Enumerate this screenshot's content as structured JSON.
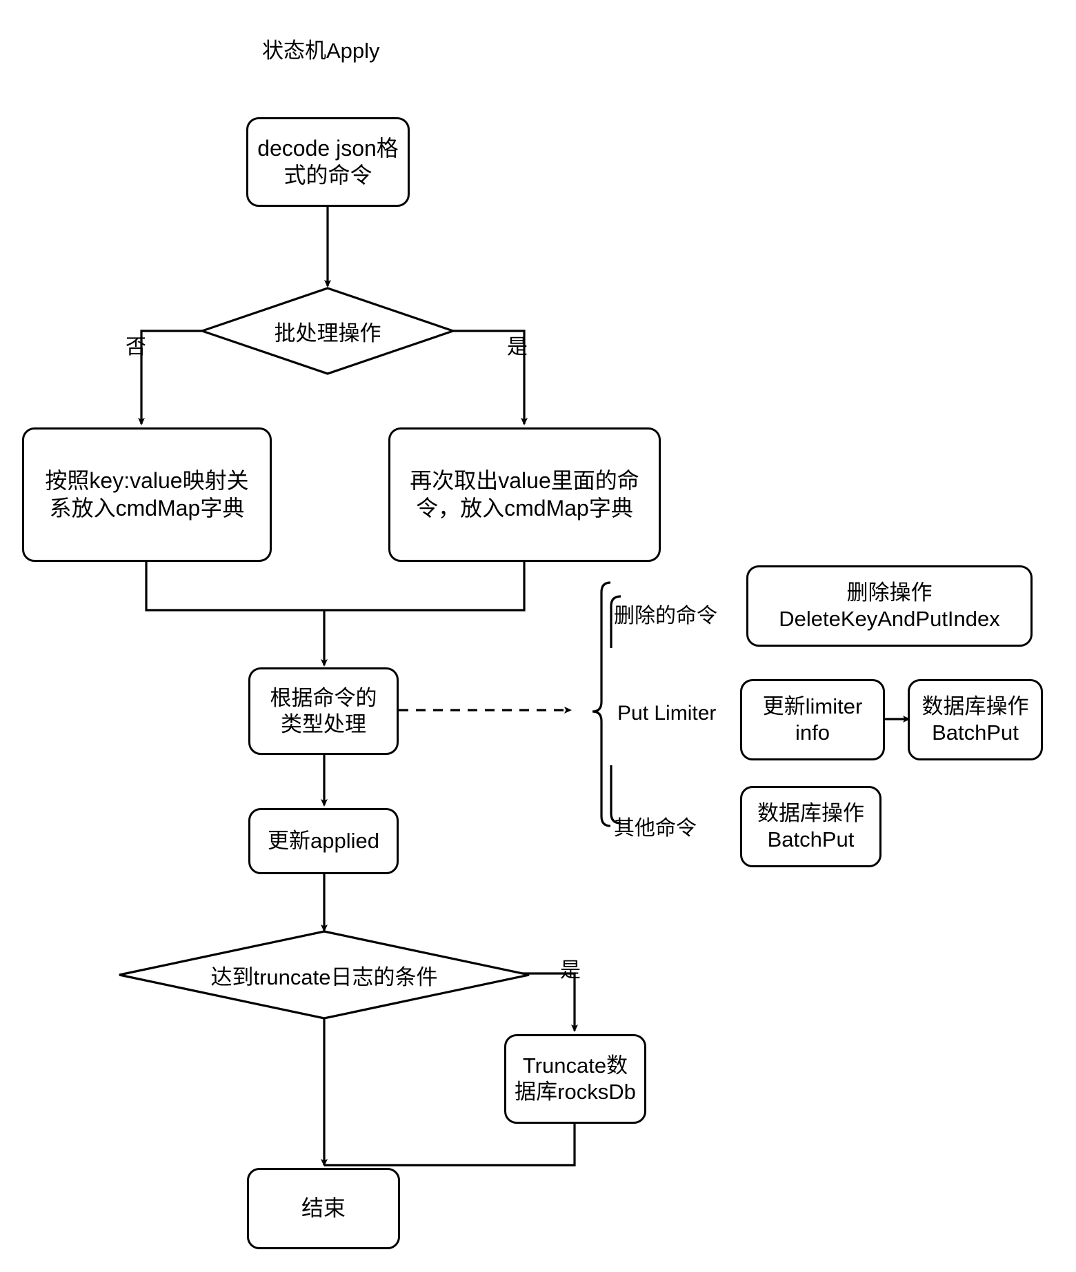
{
  "diagram": {
    "title": "状态机Apply",
    "type": "flowchart",
    "background": "#ffffff",
    "stroke": "#000000",
    "nodes": [
      {
        "id": "decode",
        "shape": "rounded-rect",
        "label": "decode json格式的命令"
      },
      {
        "id": "is-batch",
        "shape": "diamond",
        "label": "批处理操作"
      },
      {
        "id": "single-map",
        "shape": "rounded-rect",
        "label": "按照key:value映射关系放入cmdMap字典"
      },
      {
        "id": "batch-map",
        "shape": "rounded-rect",
        "label": "再次取出value里面的命令，放入cmdMap字典"
      },
      {
        "id": "dispatch",
        "shape": "rounded-rect",
        "label": "根据命令的类型处理"
      },
      {
        "id": "update-applied",
        "shape": "rounded-rect",
        "label": "更新applied"
      },
      {
        "id": "truncate-cond",
        "shape": "diamond",
        "label": "达到truncate日志的条件"
      },
      {
        "id": "truncate-db",
        "shape": "rounded-rect",
        "label": "Truncate数据库rocksDb"
      },
      {
        "id": "end",
        "shape": "rounded-rect",
        "label": "结束"
      },
      {
        "id": "delete-op",
        "shape": "rounded-rect",
        "label": "删除操作\nDeleteKeyAndPutIndex"
      },
      {
        "id": "update-limiter",
        "shape": "rounded-rect",
        "label": "更新limiter info"
      },
      {
        "id": "batchput-1",
        "shape": "rounded-rect",
        "label": "数据库操作\nBatchPut"
      },
      {
        "id": "batchput-2",
        "shape": "rounded-rect",
        "label": "数据库操作\nBatchPut"
      }
    ],
    "edge_labels": {
      "batch_no": "否",
      "batch_yes": "是",
      "truncate_yes": "是"
    },
    "branch_labels": {
      "delete_cmd": "删除的命令",
      "put_limiter": "Put Limiter",
      "other_cmd": "其他命令"
    },
    "node_text": {
      "decode_line1": "decode json格",
      "decode_line2": "式的命令",
      "is_batch": "批处理操作",
      "single_map_line1": "按照key:value映射关",
      "single_map_line2": "系放入cmdMap字典",
      "batch_map_line1": "再次取出value里面的命",
      "batch_map_line2": "令，放入cmdMap字典",
      "dispatch_line1": "根据命令的",
      "dispatch_line2": "类型处理",
      "update_applied": "更新applied",
      "truncate_cond": "达到truncate日志的条件",
      "truncate_db_line1": "Truncate数",
      "truncate_db_line2": "据库rocksDb",
      "end": "结束",
      "delete_op_line1": "删除操作",
      "delete_op_line2": "DeleteKeyAndPutIndex",
      "update_limiter_line1": "更新limiter",
      "update_limiter_line2": "info",
      "batchput1_line1": "数据库操作",
      "batchput1_line2": "BatchPut",
      "batchput2_line1": "数据库操作",
      "batchput2_line2": "BatchPut"
    }
  }
}
